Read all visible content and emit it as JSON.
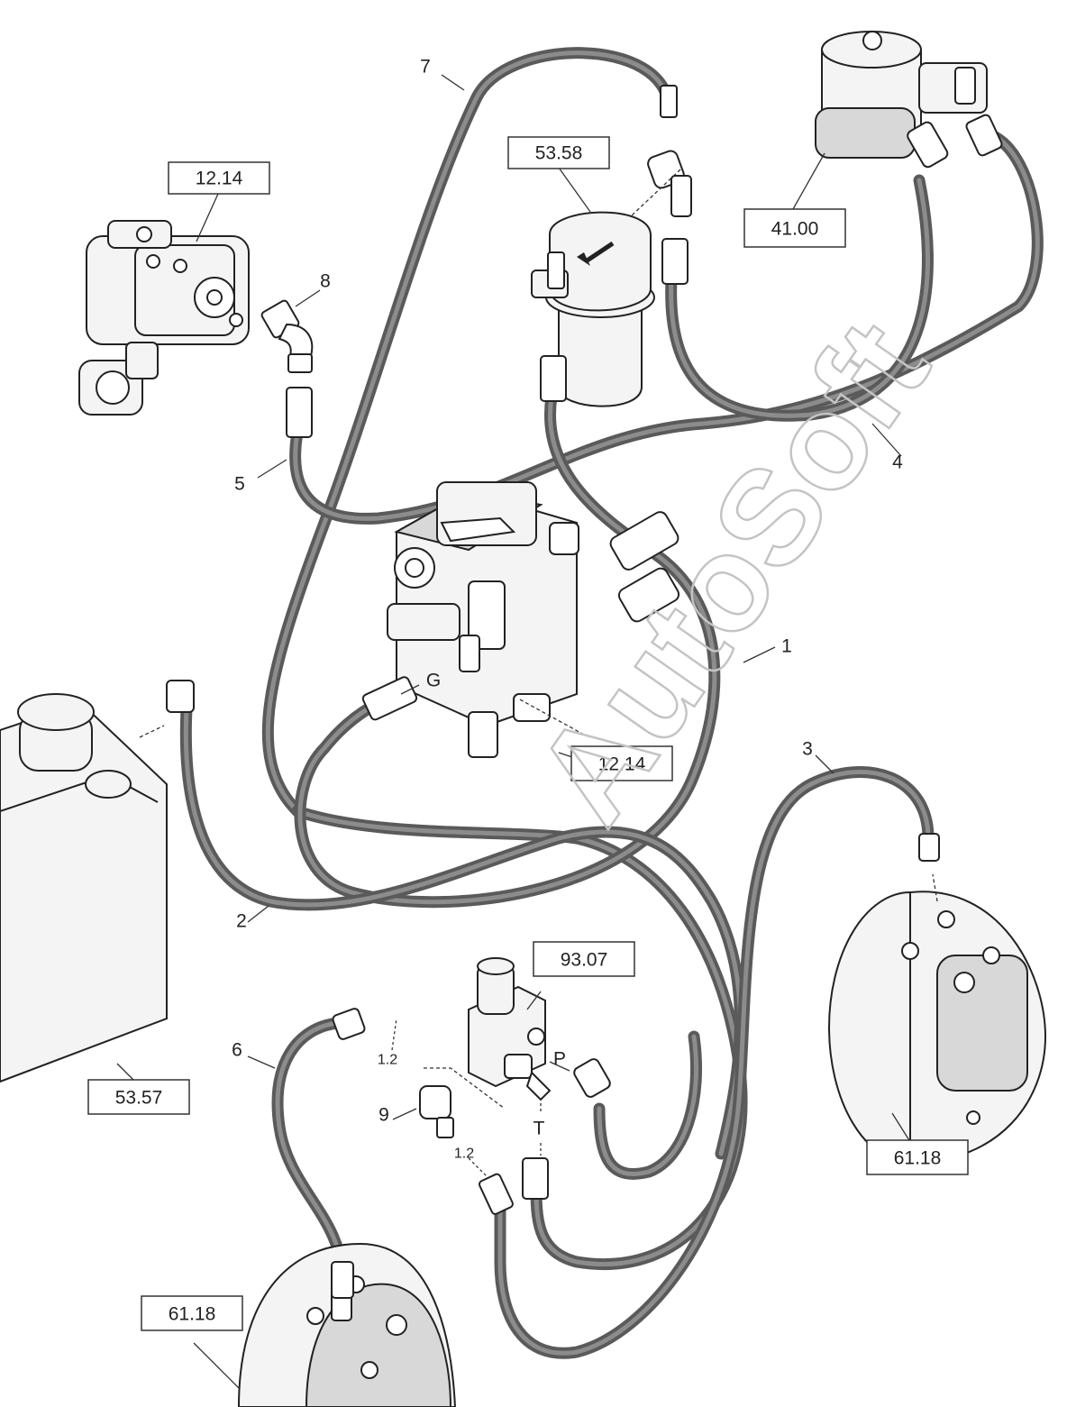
{
  "watermark": "AutoSoft",
  "ref_boxes": {
    "r1": "12.14",
    "r2": "53.58",
    "r3": "41.00",
    "r4": "12.14",
    "r5": "93.07",
    "r6": "53.57",
    "r7": "61.18",
    "r8": "61.18"
  },
  "callouts": {
    "n1": "1",
    "n2": "2",
    "n3": "3",
    "n4": "4",
    "n5": "5",
    "n6": "6",
    "n7": "7",
    "n8": "8",
    "n9": "9",
    "port_g": "G",
    "port_p": "P",
    "port_t": "T",
    "s12a": "1.2",
    "s12b": "1.2"
  }
}
